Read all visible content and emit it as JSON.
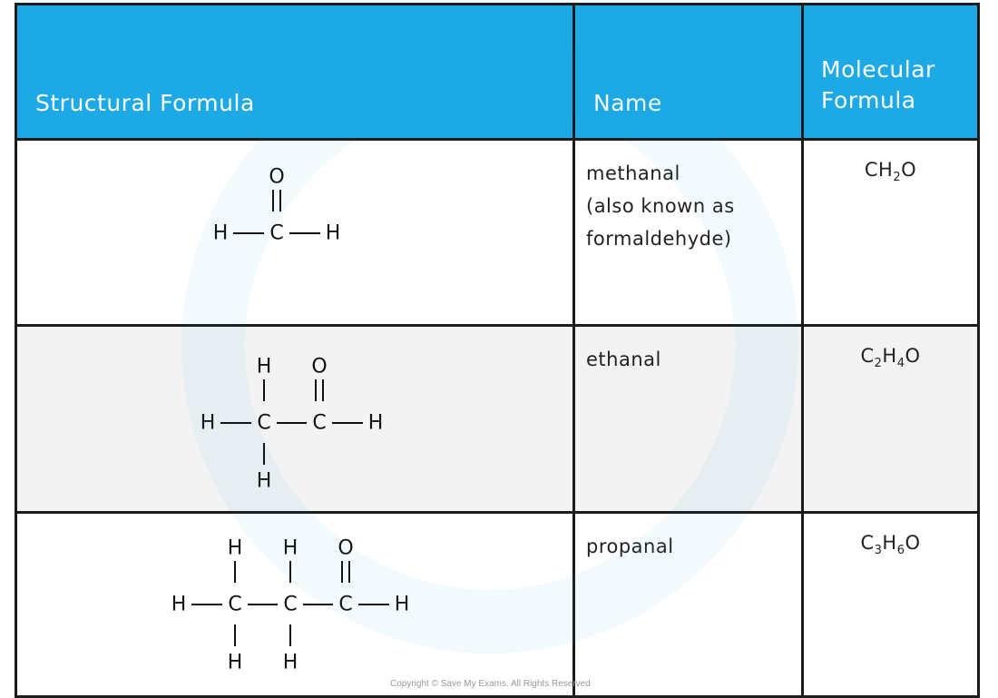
{
  "table": {
    "headers": {
      "structural_formula": "Structural Formula",
      "name": "Name",
      "molecular_formula": "Molecular Formula"
    },
    "rows": [
      {
        "compound": "methanal",
        "name_lines": [
          "methanal",
          "(also known as",
          "formaldehyde)"
        ],
        "molecular_formula": {
          "parts": [
            "CH",
            "2",
            "O"
          ]
        },
        "structure_atoms": {
          "O": "O",
          "C": "C",
          "H": "H"
        }
      },
      {
        "compound": "ethanal",
        "name_lines": [
          "ethanal"
        ],
        "molecular_formula": {
          "parts": [
            "C",
            "2",
            "H",
            "4",
            "O"
          ]
        },
        "structure_atoms": {
          "O": "O",
          "C": "C",
          "H": "H"
        }
      },
      {
        "compound": "propanal",
        "name_lines": [
          "propanal"
        ],
        "molecular_formula": {
          "parts": [
            "C",
            "3",
            "H",
            "6",
            "O"
          ]
        },
        "structure_atoms": {
          "O": "O",
          "C": "C",
          "H": "H"
        }
      }
    ]
  },
  "colors": {
    "header_bg": "#1ca9e6",
    "header_text": "#ffffff",
    "border": "#1c1c1c",
    "stripe_row": "#f3f3f3"
  },
  "footer": {
    "copyright": "Copyright © Save My Exams. All Rights Reserved"
  }
}
